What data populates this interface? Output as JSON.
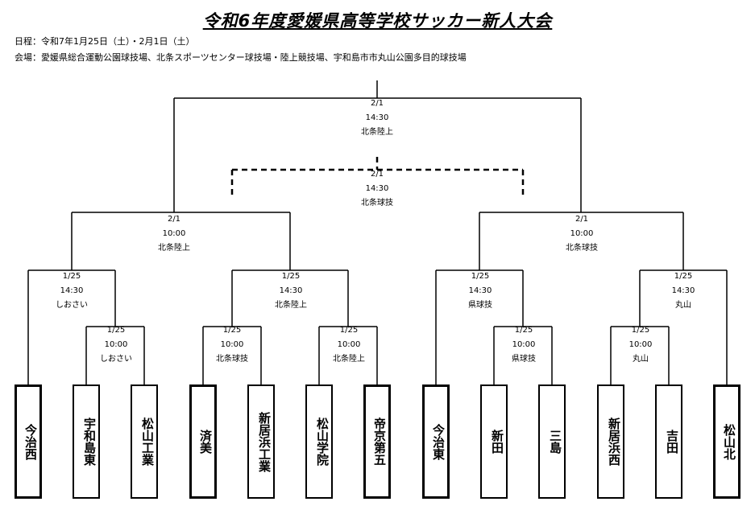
{
  "title": "令和6年度愛媛県高等学校サッカー新人大会",
  "schedule": "日程：令和7年1月25日（土）・2月1日（土）",
  "venues": "会場：愛媛県総合運動公園球技場、北条スポーツセンター球技場・陸上競技場、宇和島市市丸山公園多目的球技場",
  "matches": [
    {
      "date": "1/25",
      "time": "10:00",
      "venue": "しおさい"
    },
    {
      "date": "1/25",
      "time": "10:00",
      "venue": "北条球技"
    },
    {
      "date": "1/25",
      "time": "10:00",
      "venue": "北条陸上"
    },
    {
      "date": "1/25",
      "time": "10:00",
      "venue": "県球技"
    },
    {
      "date": "1/25",
      "time": "10:00",
      "venue": "丸山"
    },
    {
      "date": "1/25",
      "time": "14:30",
      "venue": "しおさい"
    },
    {
      "date": "1/25",
      "time": "14:30",
      "venue": "北条陸上"
    },
    {
      "date": "1/25",
      "time": "14:30",
      "venue": "県球技"
    },
    {
      "date": "1/25",
      "time": "14:30",
      "venue": "丸山"
    },
    {
      "date": "2/1",
      "time": "10:00",
      "venue": "北条陸上"
    },
    {
      "date": "2/1",
      "time": "10:00",
      "venue": "北条球技"
    },
    {
      "date": "2/1",
      "time": "14:30",
      "venue": "北条陸上"
    },
    {
      "date": "2/1",
      "time": "14:30",
      "venue": "北条球技"
    }
  ],
  "teams": [
    {
      "name": "今治西",
      "seed": true
    },
    {
      "name": "宇和島東",
      "seed": false
    },
    {
      "name": "松山工業",
      "seed": false
    },
    {
      "name": "済美",
      "seed": true
    },
    {
      "name": "新居浜工業",
      "seed": false
    },
    {
      "name": "松山学院",
      "seed": false
    },
    {
      "name": "帝京第五",
      "seed": true
    },
    {
      "name": "今治東",
      "seed": true
    },
    {
      "name": "新田",
      "seed": false
    },
    {
      "name": "三島",
      "seed": false
    },
    {
      "name": "新居浜西",
      "seed": false
    },
    {
      "name": "吉田",
      "seed": false
    },
    {
      "name": "松山北",
      "seed": true
    }
  ]
}
